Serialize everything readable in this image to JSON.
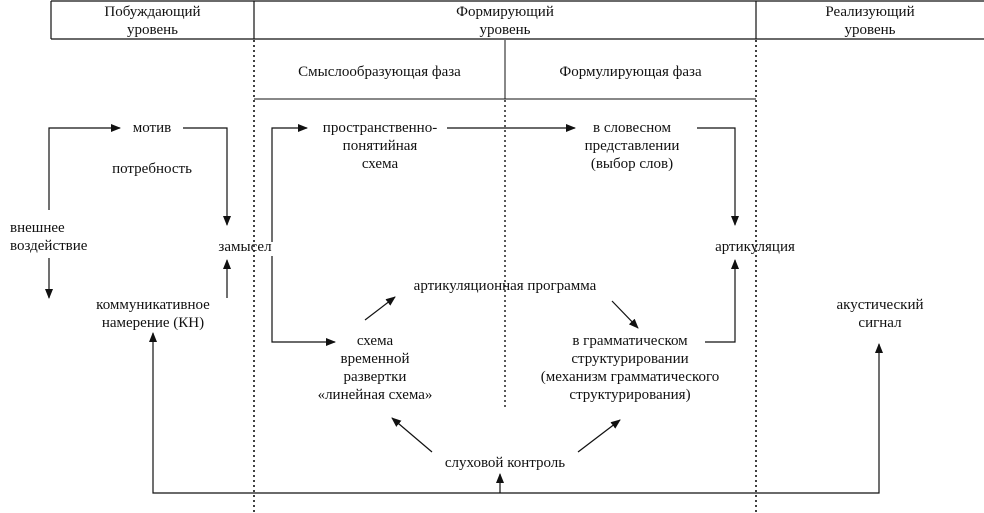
{
  "header": {
    "level_inducing": [
      "Побуждающий",
      "уровень"
    ],
    "level_forming": [
      "Формирующий",
      "уровень"
    ],
    "level_realizing": [
      "Реализующий",
      "уровень"
    ]
  },
  "phases": {
    "meaning": "Смыслообразующая фаза",
    "formulating": "Формулирующая фаза"
  },
  "nodes": {
    "motive": "мотив",
    "need": "потребность",
    "external": [
      "внешнее",
      "воздействие"
    ],
    "intention": "замысел",
    "communicative": [
      "коммуникативное",
      "намерение (КН)"
    ],
    "spatial_scheme": [
      "пространственно-",
      "понятийная",
      "схема"
    ],
    "verbal": [
      "в словесном",
      "представлении",
      "(выбор слов)"
    ],
    "articulation": "артикуляция",
    "articulation_program": "артикуляционная программа",
    "temporal_scheme": [
      "схема",
      "временной",
      "развертки",
      "«линейная схема»"
    ],
    "grammatical": [
      "в грамматическом",
      "структурировании",
      "(механизм грамматического",
      "структурирования)"
    ],
    "acoustic": [
      "акустический",
      "сигнал"
    ],
    "auditory_control": "слуховой контроль"
  }
}
